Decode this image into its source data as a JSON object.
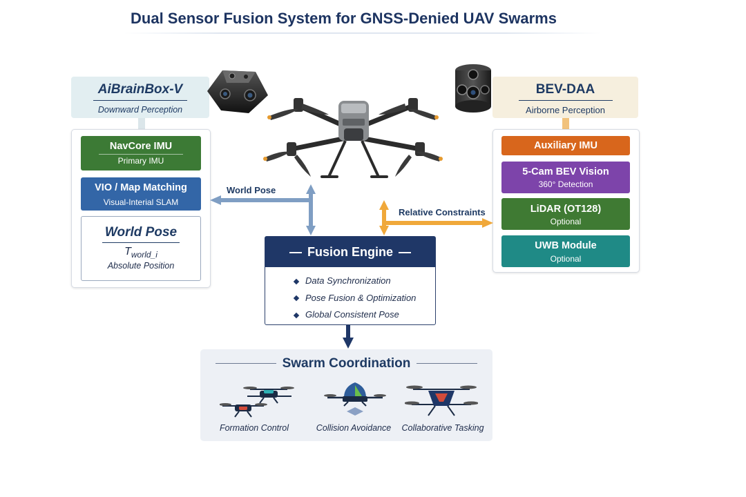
{
  "title": "Dual Sensor Fusion System for GNSS-Denied UAV Swarms",
  "left": {
    "header": {
      "name": "AiBrainBox-V",
      "subtitle": "Downward Perception"
    },
    "modules": [
      {
        "title": "NavCore IMU",
        "subtitle": "Primary IMU",
        "color": "#3c7a35"
      },
      {
        "title": "VIO / Map Matching",
        "subtitle": "Visual-Interial SLAM",
        "color": "#3366a7"
      }
    ],
    "world_pose": {
      "title": "World Pose",
      "formula": "T",
      "formula_sub": "world_i",
      "subtitle": "Absolute Position"
    }
  },
  "right": {
    "header": {
      "name": "BEV-DAA",
      "subtitle": "Airborne Perception"
    },
    "modules": [
      {
        "title": "Auxiliary IMU",
        "subtitle": "",
        "color": "#d8661c"
      },
      {
        "title": "5-Cam BEV Vision",
        "subtitle": "360° Detection",
        "color": "#7d44aa"
      },
      {
        "title": "LiDAR (OT128)",
        "subtitle": "Optional",
        "color": "#3f7a33"
      },
      {
        "title": "UWB Module",
        "subtitle": "Optional",
        "color": "#1f8a86"
      }
    ]
  },
  "arrows": {
    "world_pose": "World Pose",
    "relative_constraints": "Relative Constraints"
  },
  "fusion_engine": {
    "title": "Fusion Engine",
    "items": [
      "Data Synchronization",
      "Pose Fusion & Optimization",
      "Global Consistent Pose"
    ]
  },
  "swarm": {
    "title": "Swarm Coordination",
    "items": [
      "Formation Control",
      "Collision Avoidance",
      "Collaborative Tasking"
    ]
  },
  "colors": {
    "navy": "#1f3767",
    "arrow_blue": "#7f9ec3",
    "arrow_orange": "#f0a83a",
    "left_header_bg": "#e2eef1",
    "right_header_bg": "#f6efde"
  },
  "icons": [
    "aibrainbox-device-icon",
    "bev-daa-camera-icon",
    "quadcopter-drone-image",
    "formation-drones-icon",
    "collision-avoidance-drone-icon",
    "collaborative-tasking-drone-icon"
  ]
}
